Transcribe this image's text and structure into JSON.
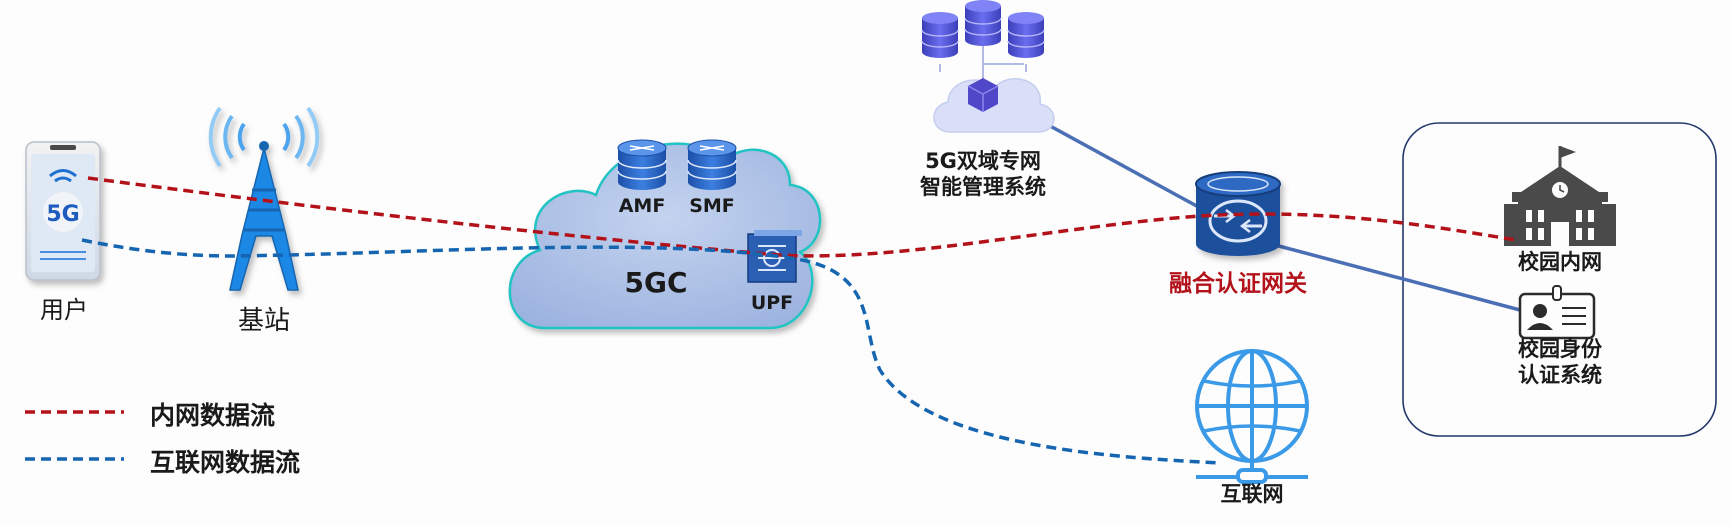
{
  "nodes": {
    "user": "用户",
    "base_station": "基站",
    "core": "5GC",
    "amf": "AMF",
    "smf": "SMF",
    "upf": "UPF",
    "mgmt_line1": "5G双域专网",
    "mgmt_line2": "智能管理系统",
    "gateway": "融合认证网关",
    "internet": "互联网",
    "campus_intranet": "校园内网",
    "campus_auth_line1": "校园身份",
    "campus_auth_line2": "认证系统",
    "phone_badge": "5G"
  },
  "legend": {
    "intranet_flow": "内网数据流",
    "internet_flow": "互联网数据流"
  },
  "colors": {
    "intranet_flow": "#b3121a",
    "internet_flow": "#1565b0",
    "gateway_label": "#b3121a",
    "link": "#4a6fb5",
    "cloud_fill": "#a9bde3",
    "cloud_stroke": "#22c3c3",
    "device_blue": "#1f4f9c",
    "tower_blue": "#1e88e5",
    "building": "#4a4a4a"
  }
}
